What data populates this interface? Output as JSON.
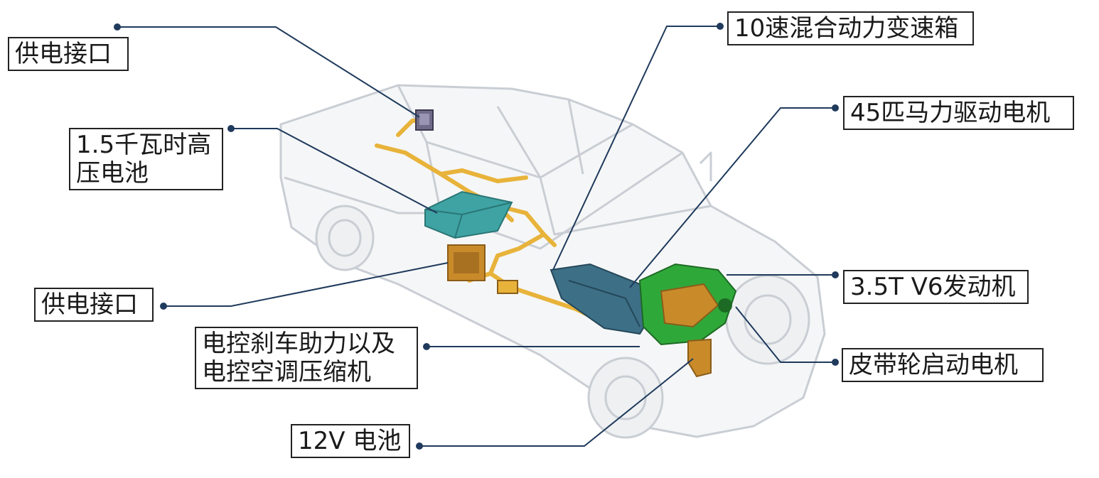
{
  "diagram": {
    "colors": {
      "leader_line": "#1f3a5c",
      "label_border": "#222222",
      "label_text": "#1a1a1a",
      "truck_outline": "#c9ced4",
      "harness": "#e8b33a",
      "hv_battery": "#3fa3a3",
      "transmission": "#3d6f86",
      "engine": "#2fa83a",
      "inverter_box": "#c98b2a"
    },
    "labels": [
      {
        "id": "power-port-top",
        "lines": [
          "供电接口"
        ]
      },
      {
        "id": "hv-battery",
        "lines": [
          "1.5千瓦时高",
          "压电池"
        ]
      },
      {
        "id": "power-port-lower",
        "lines": [
          "供电接口"
        ]
      },
      {
        "id": "brake-ac",
        "lines": [
          "电控刹车助力以及",
          "电控空调压缩机"
        ]
      },
      {
        "id": "battery-12v",
        "lines": [
          "12V 电池"
        ]
      },
      {
        "id": "transmission",
        "lines": [
          "10速混合动力变速箱"
        ]
      },
      {
        "id": "drive-motor",
        "lines": [
          "45匹马力驱动电机"
        ]
      },
      {
        "id": "engine",
        "lines": [
          "3.5T V6发动机"
        ]
      },
      {
        "id": "belt-starter",
        "lines": [
          "皮带轮启动电机"
        ]
      }
    ]
  }
}
